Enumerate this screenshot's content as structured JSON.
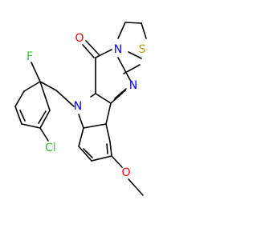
{
  "colors": {
    "carbon_bond": "#000000",
    "O": "#ff0000",
    "N": "#0000ff",
    "S": "#c8a000",
    "F": "#33cc33",
    "Cl": "#33cc33",
    "background": "#ffffff"
  },
  "atoms": {
    "O_carbonyl": "O",
    "N_amide": "N",
    "S_ring": "S",
    "N_imine": "N",
    "N_indole": "N",
    "F": "F",
    "Cl": "Cl",
    "O_methoxy": "O"
  }
}
